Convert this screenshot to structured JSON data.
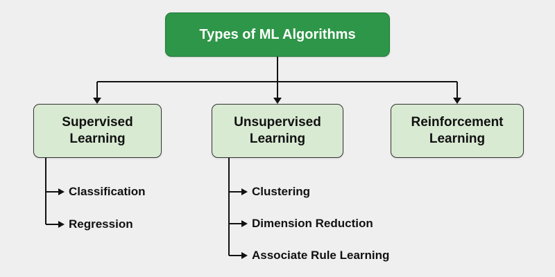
{
  "diagram": {
    "root_label": "Types of ML Algorithms",
    "colors": {
      "background": "#efefef",
      "root_fill": "#2e9648",
      "root_text": "#ffffff",
      "branch_fill": "#d9ead3",
      "branch_border": "#333333",
      "connector": "#111111",
      "text": "#111111"
    },
    "branches": [
      {
        "label": "Supervised Learning",
        "children": [
          "Classification",
          "Regression"
        ]
      },
      {
        "label": "Unsupervised Learning",
        "children": [
          "Clustering",
          "Dimension Reduction",
          "Associate Rule Learning"
        ]
      },
      {
        "label": "Reinforcement Learning",
        "children": []
      }
    ]
  }
}
